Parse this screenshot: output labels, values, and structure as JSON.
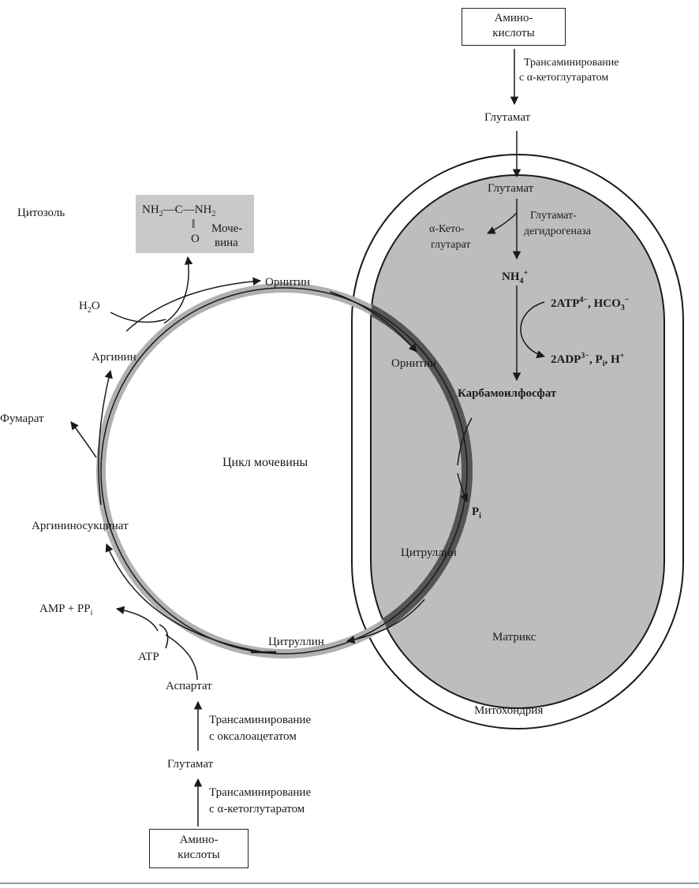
{
  "labels": {
    "amino_top_1": "Амино-",
    "amino_top_2": "кислоты",
    "transam_top_1": "Трансаминирование",
    "transam_top_2": "с α-кетоглутаратом",
    "glutamate_top": "Глутамат",
    "glutamate_mito": "Глутамат",
    "gdh_1": "Глутамат-",
    "gdh_2": "дегидрогеназа",
    "akg_1": "α-Кето-",
    "akg_2": "глутарат",
    "nh4": "NH",
    "nh4_sub": "4",
    "nh4_sup": "+",
    "atp_text": "2ATP",
    "atp_sup": "4−",
    "hco3_text": ", HCO",
    "hco3_sub": "3",
    "hco3_sup": "−",
    "adp_text": "2ADP",
    "adp_sup": "3−",
    "pi_h_text": ", P",
    "pi_h_sub": "i",
    "pi_h_rest": ", H",
    "pi_h_sup": "+",
    "carbamoyl": "Карбамоилфосфат",
    "ornithine_mito": "Орнитин",
    "pi_mito": "P",
    "pi_mito_sub": "i",
    "citrulline_mito": "Цитруллин",
    "matrix": "Матрикс",
    "mitochondria": "Митохондрия",
    "cytosol": "Цитозоль",
    "urea_nh2_left": "NH",
    "urea_nh2_left_sub": "2",
    "urea_dash_c_dash": "—C—",
    "urea_nh2_right": "NH",
    "urea_nh2_right_sub": "2",
    "urea_eq": "‖",
    "urea_o": "O",
    "urea_name_1": "Моче-",
    "urea_name_2": "вина",
    "ornithine_cyto": "Орнитин",
    "water": "H",
    "water_sub": "2",
    "water_o": "O",
    "arginine": "Аргинин",
    "fumarate": "Фумарат",
    "cycle_name": "Цикл мочевины",
    "argininosuccinate": "Аргининосукцинат",
    "amp_ppi": "AMP + PP",
    "amp_ppi_sub": "i",
    "atp_cyto": "ATP",
    "citrulline_cyto": "Цитруллин",
    "aspartate": "Аспартат",
    "transam_oaa_1": "Трансаминирование",
    "transam_oaa_2": "с оксалоацетатом",
    "glutamate_bottom": "Глутамат",
    "transam_bottom_1": "Трансаминирование",
    "transam_bottom_2": "с α-кетоглутаратом",
    "amino_bottom_1": "Амино-",
    "amino_bottom_2": "кислоты"
  },
  "colors": {
    "matrix_fill": "#bdbdbd",
    "urea_box_fill": "#c9c9c9",
    "cycle_ring": "#a9a9a9",
    "ink": "#1a1a1a"
  }
}
